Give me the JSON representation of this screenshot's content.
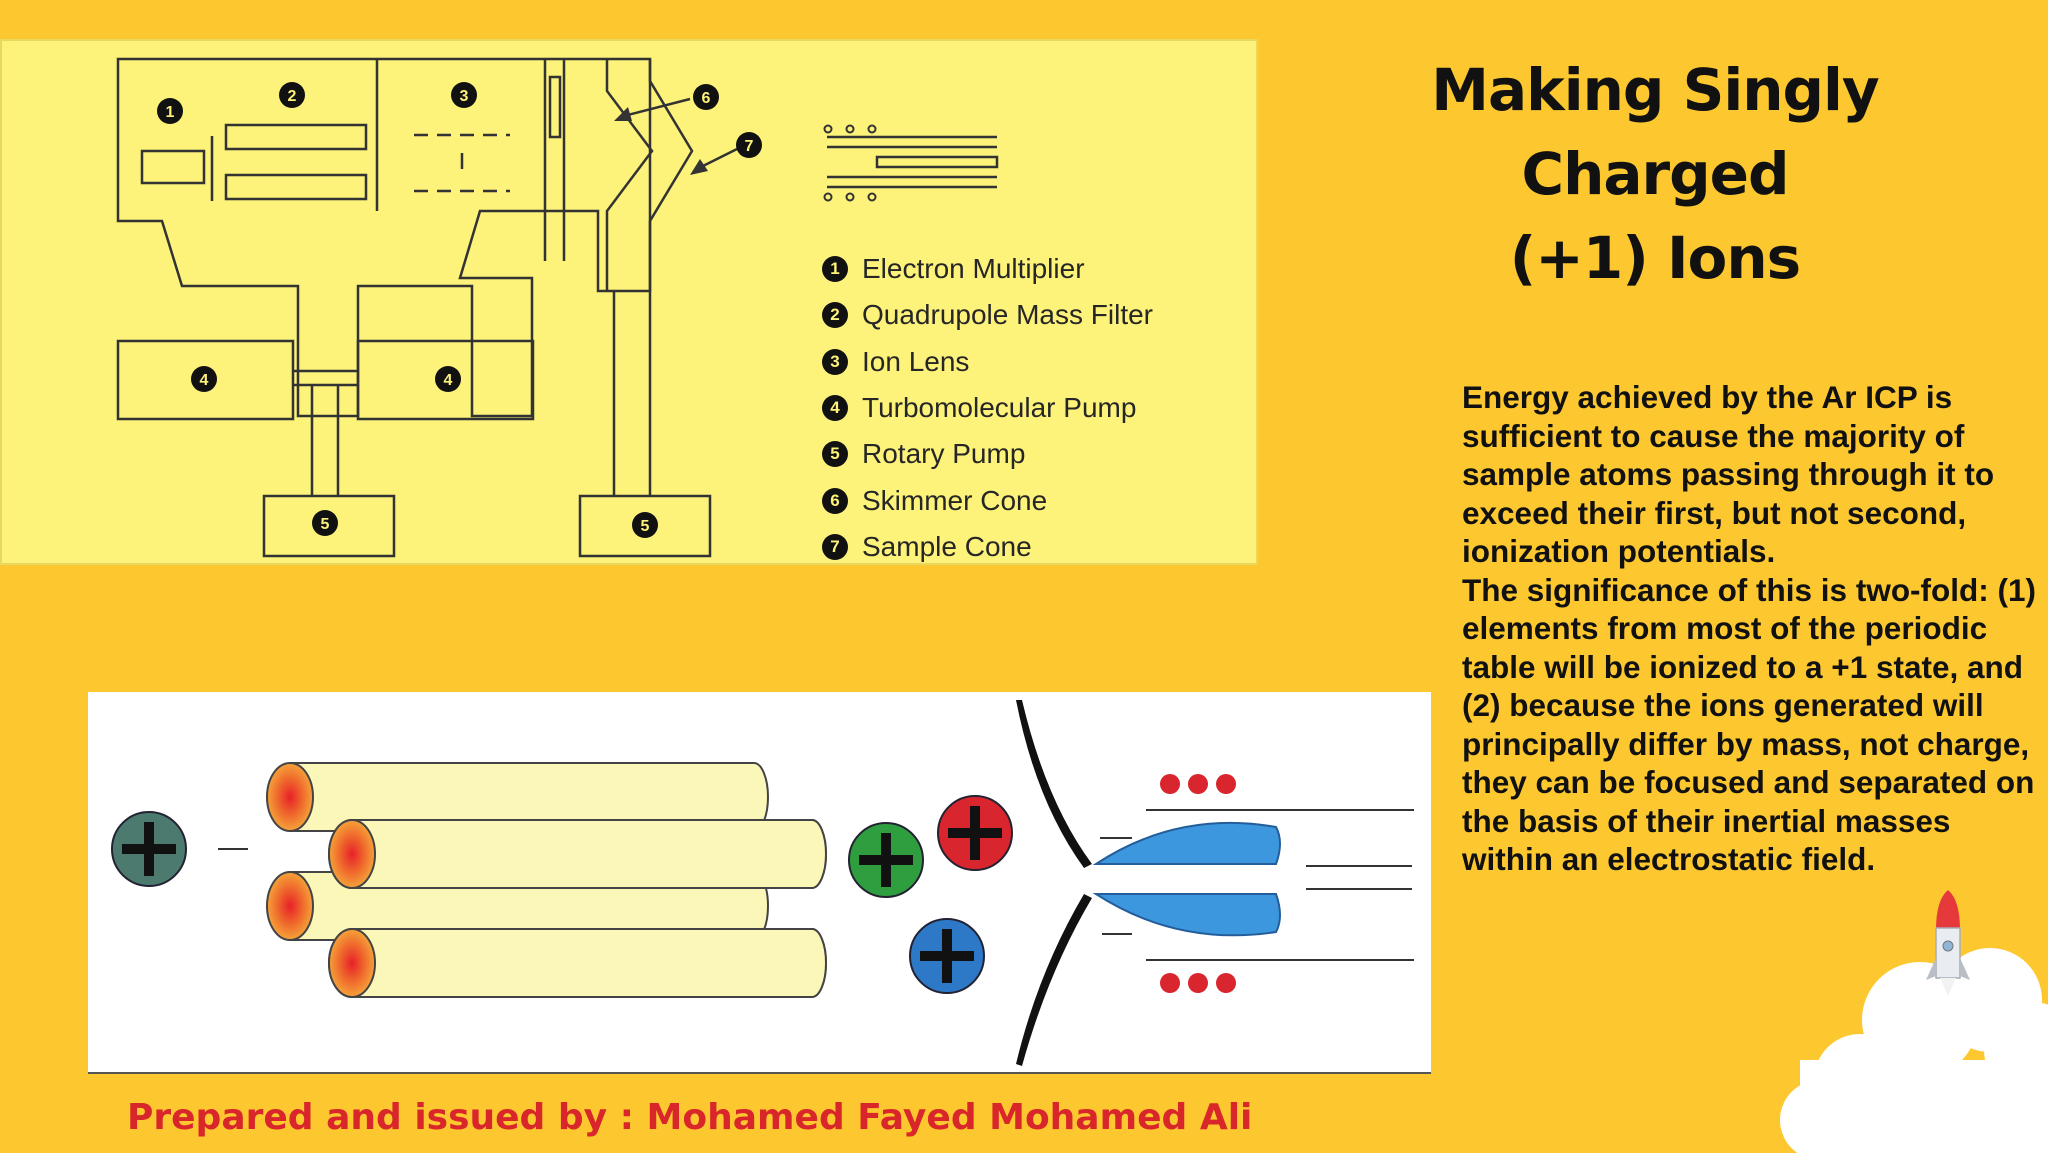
{
  "title": {
    "line1": "Making Singly Charged",
    "line2": "(+1) Ions"
  },
  "diagram": {
    "number_labels": [
      "1",
      "2",
      "3",
      "4",
      "5",
      "6",
      "7"
    ],
    "legend": [
      {
        "num": "1",
        "label": "Electron Multiplier"
      },
      {
        "num": "2",
        "label": "Quadrupole Mass Filter"
      },
      {
        "num": "3",
        "label": "Ion Lens"
      },
      {
        "num": "4",
        "label": "Turbomolecular Pump"
      },
      {
        "num": "5",
        "label": "Rotary Pump"
      },
      {
        "num": "6",
        "label": "Skimmer Cone"
      },
      {
        "num": "7",
        "label": "Sample Cone"
      }
    ]
  },
  "description": {
    "paragraph1": "Energy achieved by the Ar ICP is sufficient to cause the majority of sample atoms passing through it to exceed their first, but not second, ionization potentials.",
    "paragraph2": "The significance of this is two-fold: (1) elements from most of the periodic table will be ionized to a +1 state, and (2) because the ions generated will principally differ by mass, not charge, they can be focused and separated on the basis of their inertial masses within an electrostatic field."
  },
  "ion_diagram": {
    "ion_colors": [
      "#4C7A6E",
      "#2E9E3E",
      "#D8252E",
      "#2E78C8"
    ],
    "rod_color": "#FBF7B8",
    "lens_color": "#3C97DE"
  },
  "footer": {
    "credit": "Prepared and issued by : Mohamed Fayed Mohamed Ali"
  },
  "decor": {
    "icons": [
      "rocket-icon",
      "cloud-icon"
    ]
  }
}
